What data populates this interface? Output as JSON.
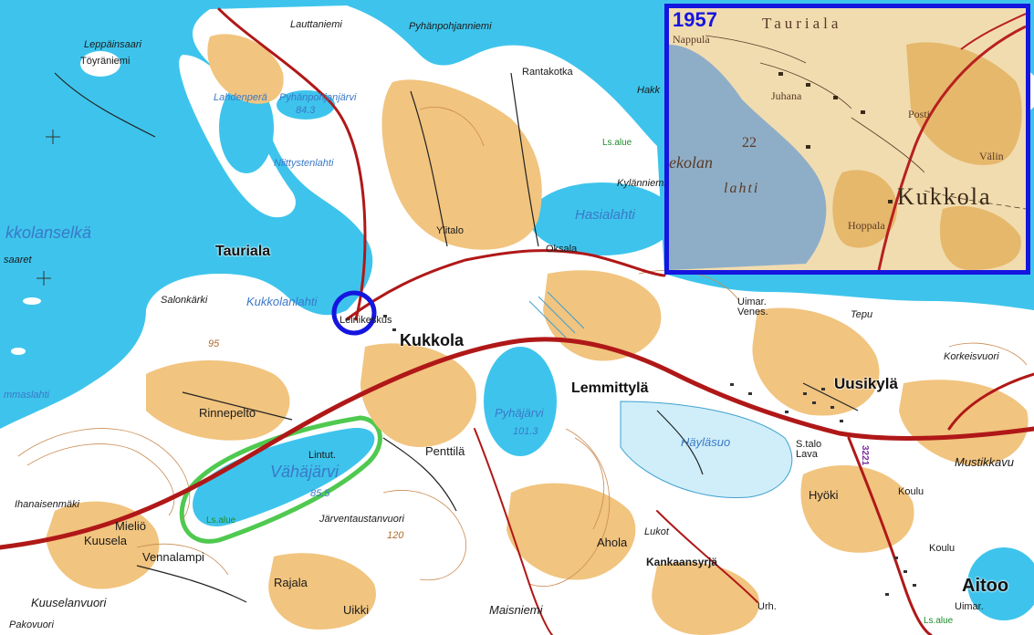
{
  "map": {
    "colors": {
      "water": "#3ec4ec",
      "field": "#f1c47f",
      "forest": "#ffffff",
      "contour": "#c98a52",
      "road": "#b01818",
      "highlight_circle": "#1515e0",
      "inset_border": "#1515e0"
    },
    "labels": {
      "leppainsaari": "Leppäinsaari",
      "toyraniemi": "Töyräniemi",
      "lauttaniemi": "Lauttaniemi",
      "pyhanpohjanniemi": "Pyhänpohjanniemi",
      "rantakotka": "Rantakotka",
      "hakk": "Hakk",
      "lahdenpera": "Lahdenperä",
      "pyhanpohjanjarvi": "Pyhänpohjanjärvi",
      "elev_843": "84.3",
      "niittystenlahti": "Niittystenlahti",
      "ls_alue_1": "Ls.alue",
      "kylanniemi": "Kylänniemi",
      "kkolanselka": "kkolanselkä",
      "saaret": "saaret",
      "tauriala": "Tauriala",
      "ylitalo": "Ylitalo",
      "oksala": "Oksala",
      "hasialahti": "Hasialahti",
      "salonkarki": "Salonkärki",
      "kukkolanlahti": "Kukkolanlahti",
      "leinikeskus": "Leinikeskus",
      "kukkola": "Kukkola",
      "uimar_venes": "Uimar. Venes.",
      "tepu": "Tepu",
      "korkeisvuori": "Korkeisvuori",
      "mmaslahti": "mmaslahti",
      "rinnepelto": "Rinnepelto",
      "lemmittyla": "Lemmittylä",
      "uusikyla": "Uusikylä",
      "pyhajarvi": "Pyhäjärvi",
      "elev_1013": "101.3",
      "lintut": "Lintut.",
      "vahajarvi": "Vähäjärvi",
      "elev_855": "85.5",
      "penttila": "Penttilä",
      "haylasuo": "Häyläsuo",
      "s_talo_lava": "S.talo Lava",
      "road_3221": "3221",
      "mustikkavu": "Mustikkavu",
      "ihanaisenmaki": "Ihanaisenmäki",
      "ls_alue_2": "Ls.alue",
      "jarventaustanvuori": "Järventaustanvuori",
      "hyoki": "Hyöki",
      "koulu_1": "Koulu",
      "mielio": "Mieliö",
      "kuusela": "Kuusela",
      "vennalampi": "Vennalampi",
      "ahola": "Ahola",
      "lukot": "Lukot",
      "kankaansyrja": "Kankaansyrjä",
      "koulu_2": "Koulu",
      "rajala": "Rajala",
      "kuuselanvuori": "Kuuselanvuori",
      "uikki": "Uikki",
      "maisniemi": "Maisniemi",
      "urh": "Urh.",
      "aitoo": "Aitoo",
      "uimar": "Uimar.",
      "ls_alue_3": "Ls.alue",
      "pakovuori": "Pakovuori",
      "elev_95": "95",
      "elev_120": "120"
    },
    "inset": {
      "year": "1957",
      "tauriala": "Tauriala",
      "nappula": "Nappula",
      "juhana": "Juhana",
      "posti": "Posti",
      "valin": "Välin",
      "depth_22": "22",
      "kkolan": "ekolan",
      "lahti": "lahti",
      "kukkola": "Kukkola",
      "hoppala": "Hoppala",
      "colors": {
        "water": "#8eaec8",
        "land": "#f1dcb0",
        "field": "#e6b86c",
        "road": "#b82020"
      }
    }
  }
}
